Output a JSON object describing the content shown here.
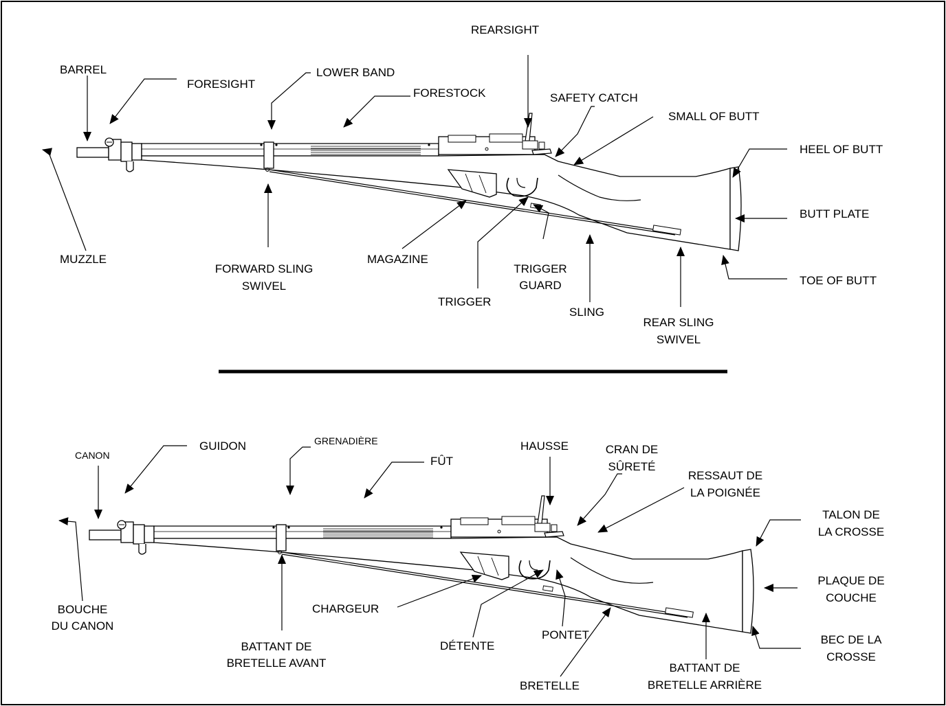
{
  "english": {
    "rearsight": "REARSIGHT",
    "barrel": "BARREL",
    "foresight": "FORESIGHT",
    "lower_band": "LOWER BAND",
    "forestock": "FORESTOCK",
    "safety_catch": "SAFETY CATCH",
    "small_of_butt": "SMALL OF BUTT",
    "heel_of_butt": "HEEL OF BUTT",
    "butt_plate": "BUTT PLATE",
    "toe_of_butt": "TOE OF BUTT",
    "muzzle": "MUZZLE",
    "forward_sling_swivel_1": "FORWARD SLING",
    "forward_sling_swivel_2": "SWIVEL",
    "magazine": "MAGAZINE",
    "trigger_guard_1": "TRIGGER",
    "trigger_guard_2": "GUARD",
    "trigger": "TRIGGER",
    "sling": "SLING",
    "rear_sling_swivel_1": "REAR SLING",
    "rear_sling_swivel_2": "SWIVEL"
  },
  "french": {
    "canon": "CANON",
    "guidon": "GUIDON",
    "grenadiere": "GRENADIÈRE",
    "fut": "FÛT",
    "hausse": "HAUSSE",
    "cran_de_surete_1": "CRAN DE",
    "cran_de_surete_2": "SÛRETÉ",
    "ressaut_1": "RESSAUT DE",
    "ressaut_2": "LA POIGNÉE",
    "talon_1": "TALON DE",
    "talon_2": "LA CROSSE",
    "plaque_1": "PLAQUE DE",
    "plaque_2": "COUCHE",
    "bec_1": "BEC DE LA",
    "bec_2": "CROSSE",
    "bouche_1": "BOUCHE",
    "bouche_2": "DU CANON",
    "battant_avant_1": "BATTANT DE",
    "battant_avant_2": "BRETELLE AVANT",
    "chargeur": "CHARGEUR",
    "detente": "DÉTENTE",
    "pontet": "PONTET",
    "bretelle": "BRETELLE",
    "battant_arriere_1": "BATTANT DE",
    "battant_arriere_2": "BRETELLE ARRIÈRE"
  }
}
